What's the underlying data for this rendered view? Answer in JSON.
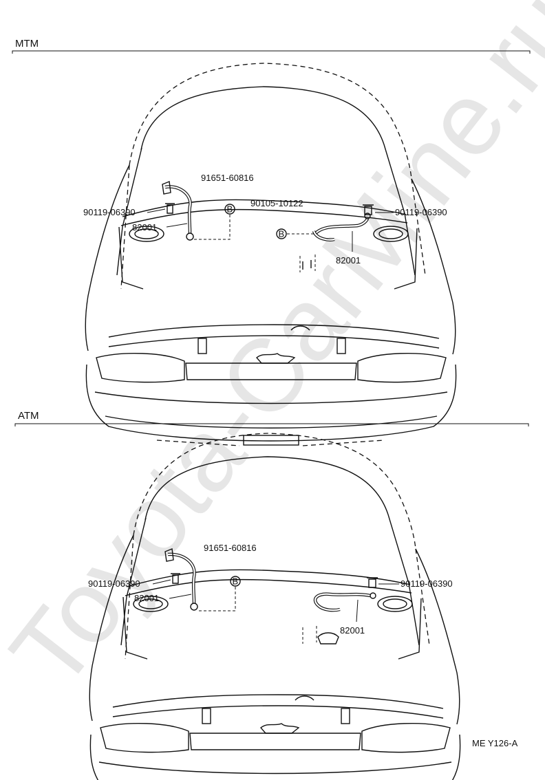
{
  "watermark": "Toyota-CarMine.ru",
  "sections": [
    {
      "title": "MTM",
      "labels": {
        "clip_part": "91651-60816",
        "clip_marker": "B",
        "bolt_left": "90119-06390",
        "cable_left": "82001",
        "bolt_center": "90105-10122",
        "center_marker": "B",
        "bolt_right": "90119-06390",
        "cable_right": "82001"
      }
    },
    {
      "title": "ATM",
      "labels": {
        "clip_part": "91651-60816",
        "clip_marker": "B",
        "bolt_left": "90119-06390",
        "cable_left": "82001",
        "bolt_right": "90119-06390",
        "cable_right": "82001"
      }
    }
  ],
  "footer_code": "ME Y126-A"
}
